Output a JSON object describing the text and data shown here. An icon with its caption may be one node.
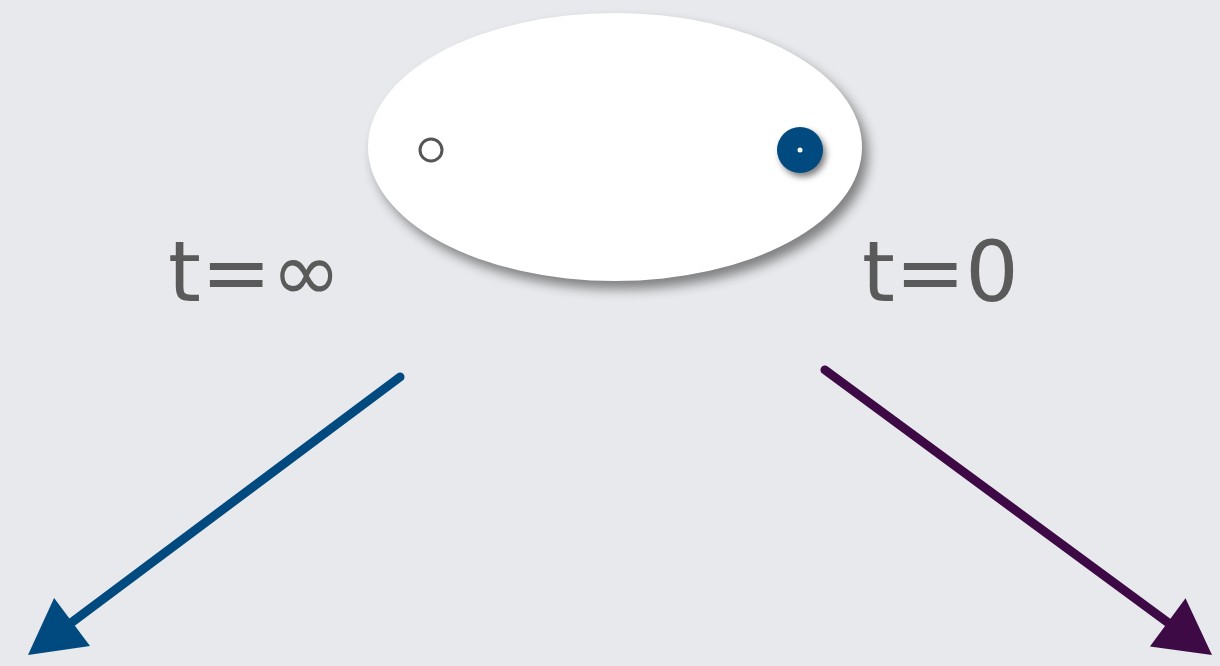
{
  "diagram": {
    "nodes": [
      {
        "text": [],
        "shape": "ellipse"
      }
    ],
    "labels": [
      "t=∞",
      "t=0"
    ]
  }
}
